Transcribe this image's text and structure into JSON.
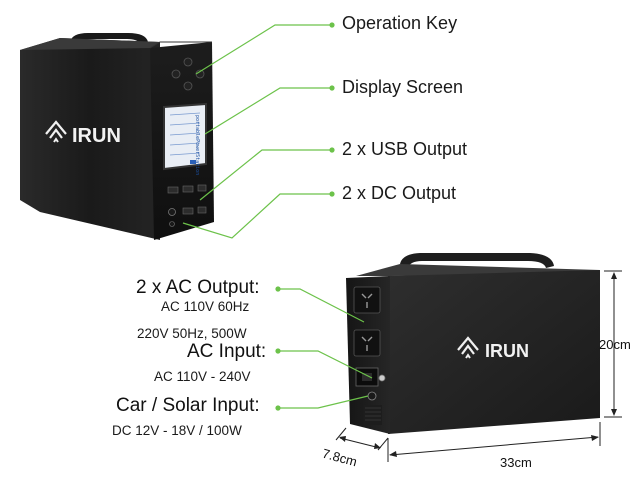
{
  "brand": {
    "name": "IRUN"
  },
  "top_device": {
    "screen_text": "portablePowerStation"
  },
  "callouts_right": [
    {
      "id": "operation-key",
      "label": "Operation Key"
    },
    {
      "id": "display-screen",
      "label": "Display Screen"
    },
    {
      "id": "usb-output",
      "label": "2 x USB Output"
    },
    {
      "id": "dc-output",
      "label": "2 x DC Output"
    }
  ],
  "callouts_left": {
    "ac_output": {
      "title": "2 x AC Output:",
      "line1": "AC 110V 60Hz",
      "line2": "220V 50Hz, 500W"
    },
    "ac_input": {
      "title": "AC Input:",
      "line1": "AC 110V - 240V"
    },
    "car_solar": {
      "title": "Car / Solar Input:",
      "line1": "DC 12V - 18V / 100W"
    }
  },
  "dimensions": {
    "height": "20cm",
    "width": "33cm",
    "depth": "7.8cm"
  },
  "colors": {
    "callout_line": "#6cc24a",
    "device_body": "#1c1c1c",
    "device_panel": "#111111"
  }
}
